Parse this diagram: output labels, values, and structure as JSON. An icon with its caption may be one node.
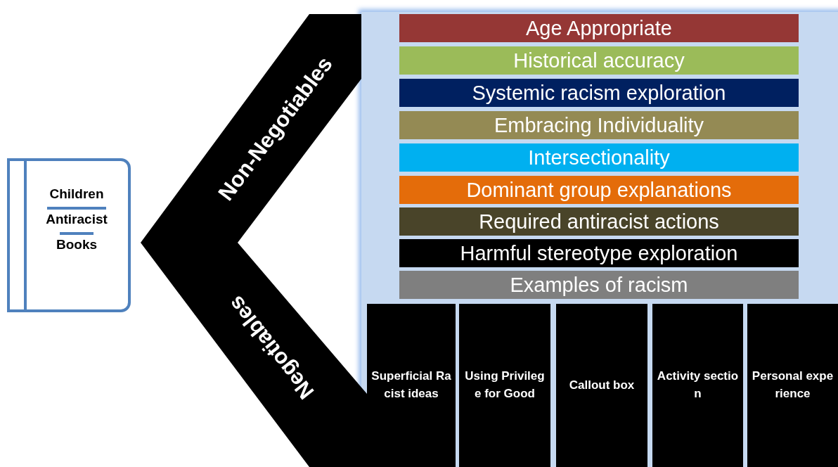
{
  "diagram": {
    "nodes": [
      {
        "text": [
          "Children",
          "Antiracist",
          "Books"
        ]
      },
      {
        "text": [
          "Non-Negotiables"
        ]
      },
      {
        "text": [
          "Negotiables"
        ]
      },
      {
        "text": [
          "Age Appropriate"
        ]
      },
      {
        "text": [
          "Historical accuracy"
        ]
      },
      {
        "text": [
          "Systemic racism exploration"
        ]
      },
      {
        "text": [
          "Embracing Individuality"
        ]
      },
      {
        "text": [
          "Intersectionality"
        ]
      },
      {
        "text": [
          "Dominant group explanations"
        ]
      },
      {
        "text": [
          "Required antiracist actions"
        ]
      },
      {
        "text": [
          "Harmful stereotype exploration"
        ]
      },
      {
        "text": [
          "Examples of racism"
        ]
      },
      {
        "text": [
          "Superficial Racist ideas"
        ]
      },
      {
        "text": [
          "Using Privilege for Good"
        ]
      },
      {
        "text": [
          "Callout box"
        ]
      },
      {
        "text": [
          "Activity section"
        ]
      },
      {
        "text": [
          "Personal experience"
        ]
      }
    ]
  }
}
